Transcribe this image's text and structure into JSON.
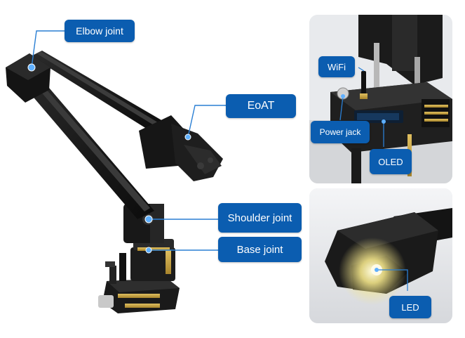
{
  "labels": {
    "elbow": "Elbow joint",
    "eoat": "EoAT",
    "shoulder": "Shoulder joint",
    "base": "Base joint",
    "wifi": "WiFi",
    "power_jack": "Power jack",
    "oled": "OLED",
    "led": "LED"
  },
  "colors": {
    "callout": "#0b5db0",
    "leader_line": "#2a7fd4",
    "arm": "#151515",
    "panel_bg": "#e9ecef"
  },
  "icons": {
    "joint_marker": "blue-dot-icon"
  }
}
